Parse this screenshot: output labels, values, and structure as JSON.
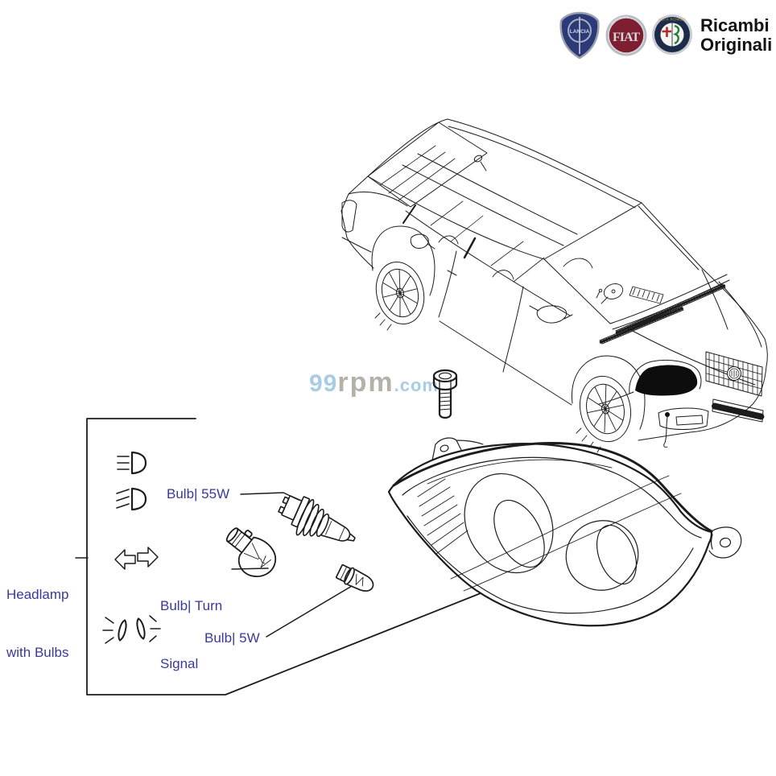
{
  "header": {
    "brand_line1": "Ricambi",
    "brand_line2": "Originali",
    "logos": [
      {
        "name": "lancia-logo",
        "label": "LANCIA"
      },
      {
        "name": "fiat-logo",
        "label": "FIAT"
      },
      {
        "name": "alfa-romeo-logo",
        "label": "ALFA ROMEO"
      }
    ]
  },
  "watermark": {
    "part1": "99",
    "part2": "rpm",
    "part3": ".com",
    "color_blue": "#a8cce4",
    "color_gray": "#b5b0a8"
  },
  "labels": {
    "headlamp_line1": "Headlamp",
    "headlamp_line2": "with Bulbs",
    "bulb_55w": "Bulb| 55W",
    "bulb_turn_line1": "Bulb| Turn",
    "bulb_turn_line2": "Signal",
    "bulb_5w": "Bulb| 5W"
  },
  "legend_icons": [
    "high-beam-icon",
    "low-beam-icon",
    "turn-signal-arrows-icon",
    "position-lamp-icon"
  ],
  "parts": [
    "headlamp-assembly",
    "bulb-55w-h7",
    "bulb-turn-signal",
    "bulb-5w-wedge",
    "bolt-fastener"
  ],
  "colors": {
    "label_text": "#39399b",
    "line_art": "#1c1c1c",
    "headlamp_fill": "#0d0d0d"
  }
}
